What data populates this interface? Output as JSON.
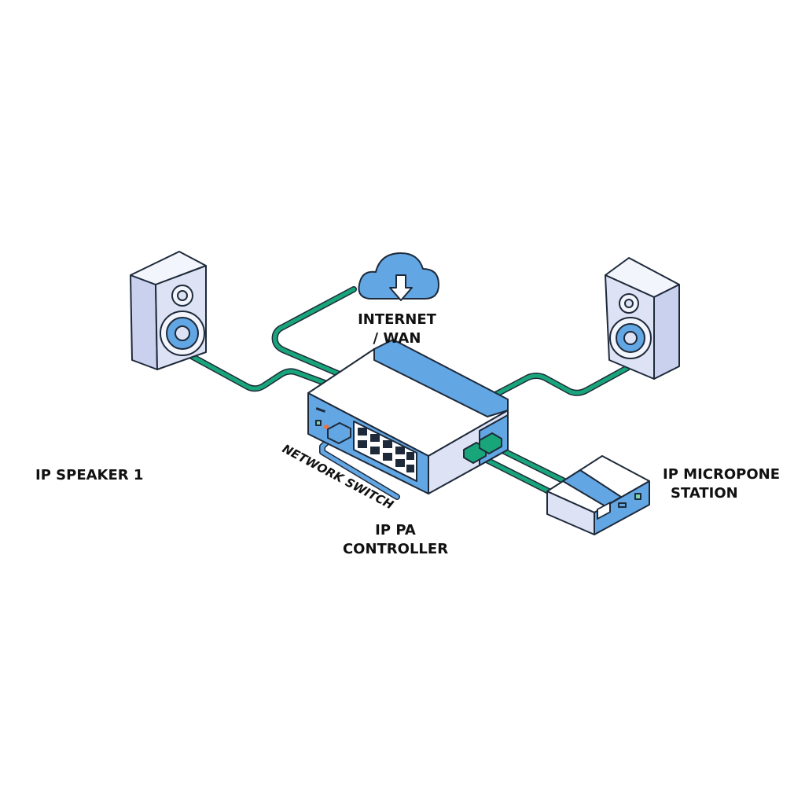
{
  "labels": {
    "internet_line1": "INTERNET",
    "internet_line2": "/ WAN",
    "speaker1": "IP SPEAKER 1",
    "mic_line1": "IP MICROPONE",
    "mic_line2": "STATION",
    "switch": "NETWORK SWITCH",
    "controller_line1": "IP PA",
    "controller_line2": "CONTROLLER"
  },
  "icons": [
    "cloud-download-icon",
    "speaker-icon",
    "network-switch-icon",
    "microphone-station-icon"
  ],
  "colors": {
    "device_blue": "#62a6e3",
    "device_light": "#dde3f4",
    "cable_green": "#19a57a",
    "outline": "#1e2a3a"
  }
}
